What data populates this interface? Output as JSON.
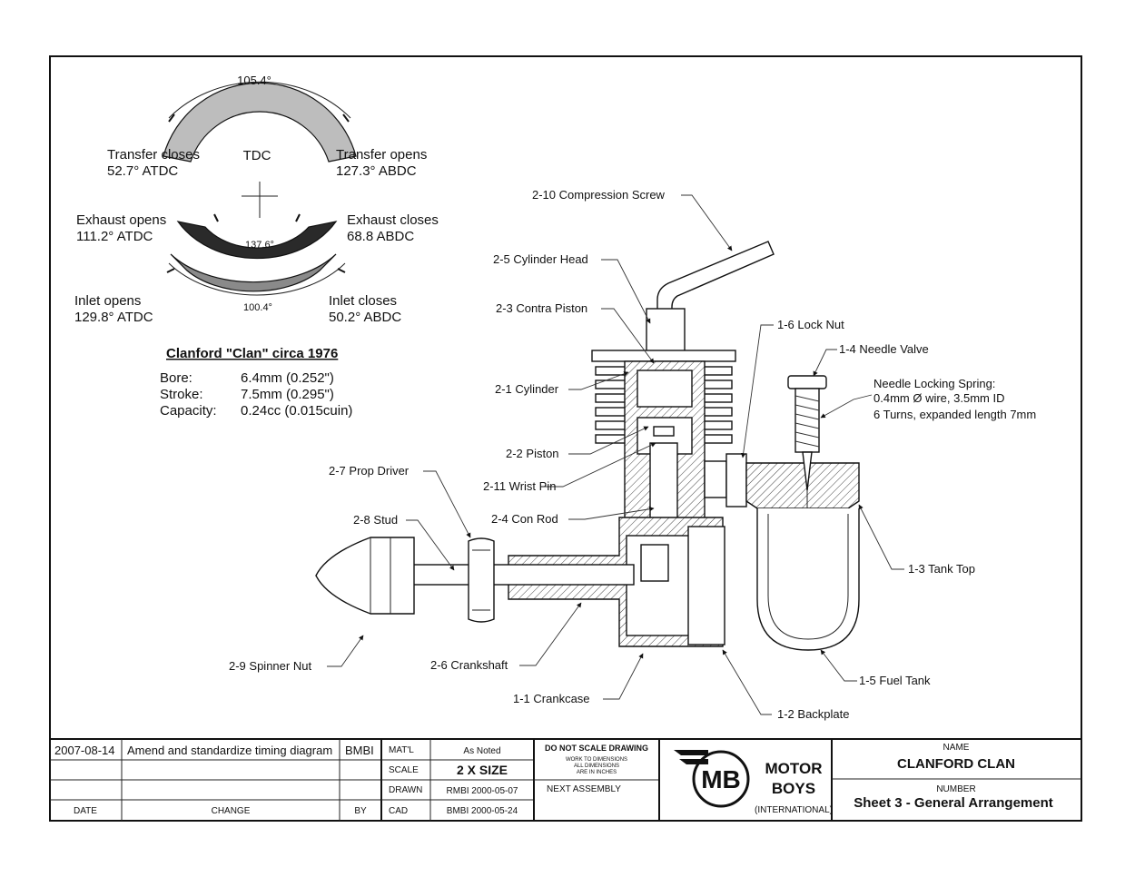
{
  "timing": {
    "top_angle": "105.4°",
    "mid_angle": "137.6°",
    "bottom_angle": "100.4°",
    "tdc": "TDC",
    "transfer_closes": [
      "Transfer closes",
      "52.7° ATDC"
    ],
    "transfer_opens": [
      "Transfer opens",
      "127.3° ABDC"
    ],
    "exhaust_opens": [
      "Exhaust opens",
      "111.2° ATDC"
    ],
    "exhaust_closes": [
      "Exhaust closes",
      "68.8 ABDC"
    ],
    "inlet_opens": [
      "Inlet opens",
      "129.8° ATDC"
    ],
    "inlet_closes": [
      "Inlet closes",
      "50.2° ABDC"
    ]
  },
  "specs": {
    "title": "Clanford \"Clan\" circa 1976",
    "rows": [
      [
        "Bore:",
        "6.4mm  (0.252\")"
      ],
      [
        "Stroke:",
        "7.5mm  (0.295\")"
      ],
      [
        "Capacity:",
        "0.24cc (0.015cuin)"
      ]
    ]
  },
  "labels": {
    "compression_screw": "2-10 Compression Screw",
    "cylinder_head": "2-5 Cylinder Head",
    "contra_piston": "2-3 Contra Piston",
    "cylinder": "2-1 Cylinder",
    "piston": "2-2 Piston",
    "wrist_pin": "2-11 Wrist Pin",
    "con_rod": "2-4 Con Rod",
    "prop_driver": "2-7 Prop Driver",
    "stud": "2-8 Stud",
    "spinner_nut": "2-9 Spinner Nut",
    "crankshaft": "2-6 Crankshaft",
    "crankcase": "1-1 Crankcase",
    "backplate": "1-2 Backplate",
    "lock_nut": "1-6 Lock Nut",
    "needle_valve": "1-4 Needle Valve",
    "spring": [
      "Needle Locking Spring:",
      "0.4mm Ø wire, 3.5mm ID",
      "6 Turns, expanded length 7mm"
    ],
    "tank_top": "1-3 Tank Top",
    "fuel_tank": "1-5 Fuel Tank"
  },
  "title_block": {
    "rev_date": "2007-08-14",
    "rev_change": "Amend and standardize timing diagram",
    "rev_by": "BMBI",
    "col_date": "DATE",
    "col_change": "CHANGE",
    "col_by": "BY",
    "matl_label": "MAT'L",
    "matl_value": "As Noted",
    "scale_label": "SCALE",
    "scale_value": "2 X SIZE",
    "drawn_label": "DRAWN",
    "drawn_value": "RMBI 2000-05-07",
    "cad_label": "CAD",
    "cad_value": "BMBI 2000-05-24",
    "dont_scale": "DO NOT SCALE DRAWING",
    "work_to": [
      "WORK TO DIMENSIONS",
      "ALL DIMENSIONS",
      "ARE IN INCHES"
    ],
    "next_assembly": "NEXT ASSEMBLY",
    "logo_letters": "MB",
    "company_1": "MOTOR",
    "company_2": "BOYS",
    "company_3": "(INTERNATIONAL)",
    "name_label": "NAME",
    "name_value": "CLANFORD CLAN",
    "number_label": "NUMBER",
    "number_value": "Sheet 3 - General Arrangement"
  },
  "colors": {
    "ink": "#111111",
    "arc_light": "#bdbdbd",
    "arc_dark": "#2a2a2a",
    "arc_mid": "#8a8a8a"
  }
}
